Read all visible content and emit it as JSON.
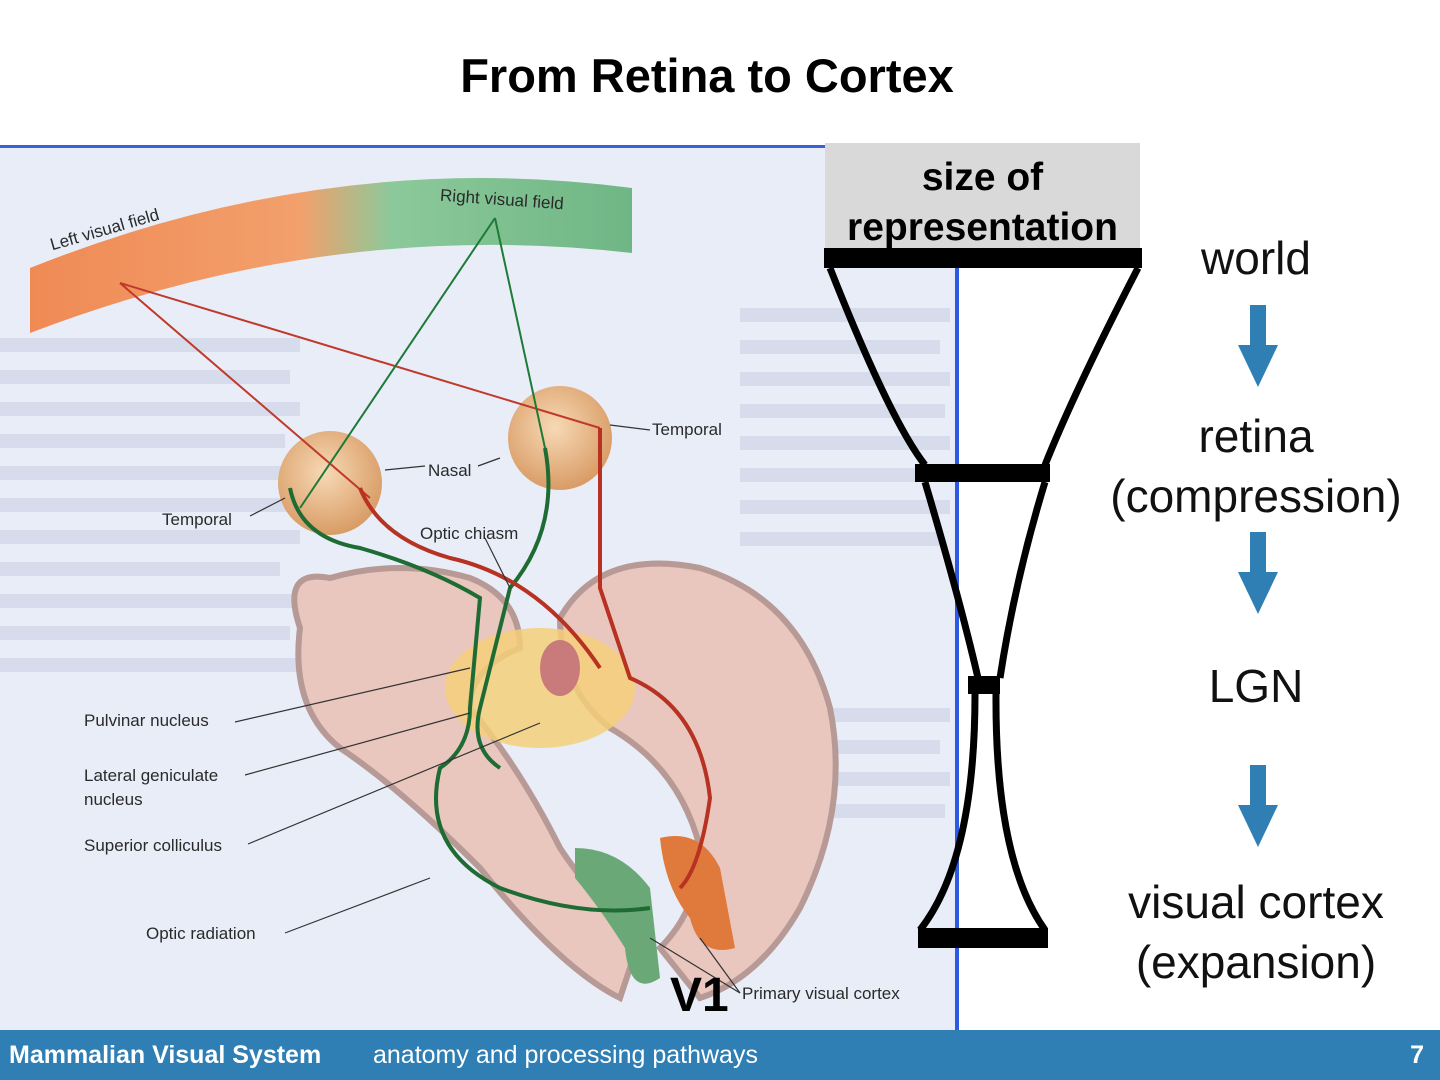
{
  "title": "From Retina to Cortex",
  "figure": {
    "labels": {
      "left_visual_field": "Left visual field",
      "right_visual_field": "Right visual field",
      "temporal_right": "Temporal",
      "nasal": "Nasal",
      "temporal_left": "Temporal",
      "optic_chiasm": "Optic chiasm",
      "pulvinar": "Pulvinar nucleus",
      "lgn_line1": "Lateral geniculate",
      "lgn_line2": "nucleus",
      "superior_colliculus": "Superior colliculus",
      "optic_radiation": "Optic radiation",
      "primary_visual_cortex": "Primary visual cortex"
    },
    "v1_label": "V1"
  },
  "size_header": {
    "line1": "size of",
    "line2": "representation"
  },
  "stages": {
    "world": "world",
    "retina": "retina",
    "retina_note": "(compression)",
    "lgn": "LGN",
    "cortex": "visual cortex",
    "cortex_note": "(expansion)"
  },
  "colors": {
    "arrow": "#2f7fb4",
    "footer_bg": "#2f7fb4",
    "header_bg": "#d9d9d9"
  },
  "footer": {
    "title": "Mammalian Visual System",
    "subtitle": "anatomy and processing pathways",
    "page": "7"
  }
}
